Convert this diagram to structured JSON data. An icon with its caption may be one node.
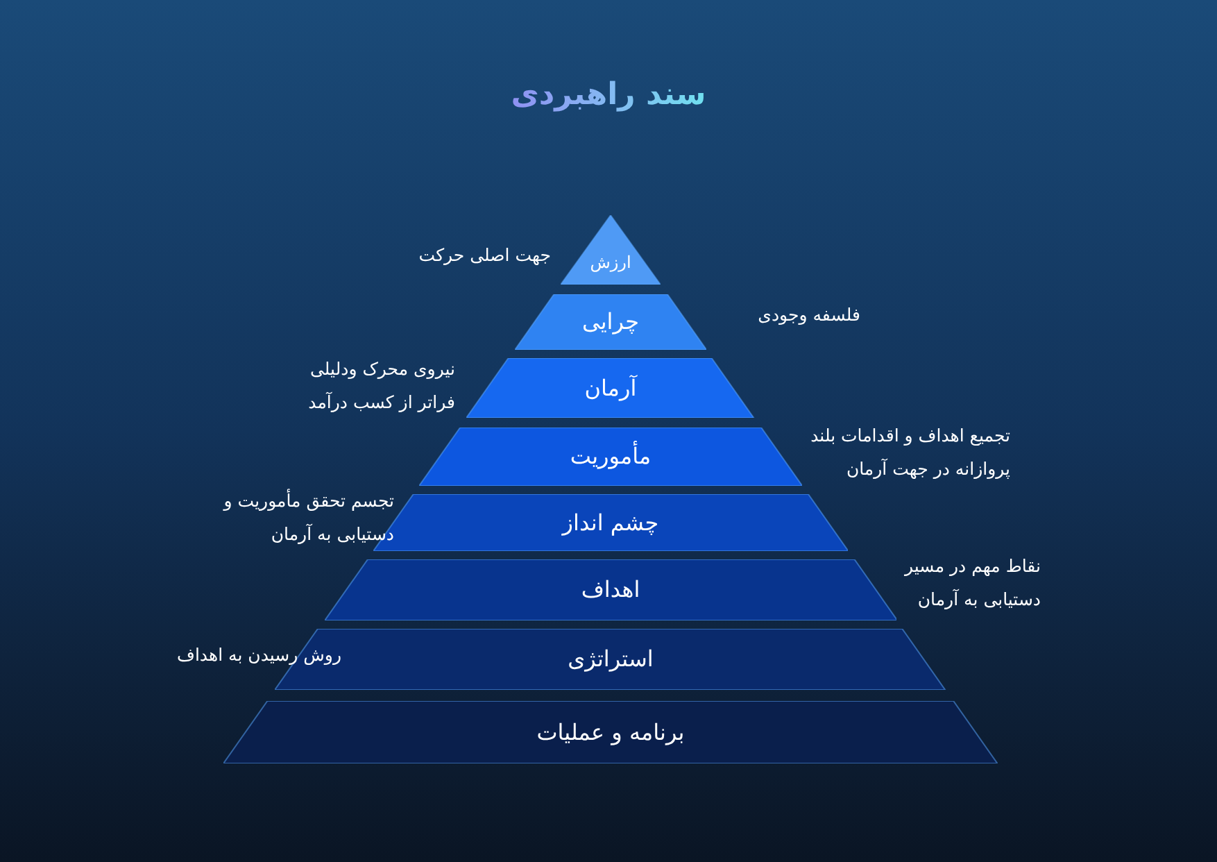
{
  "diagram": {
    "title": "سند راهبردی",
    "nodes": [
      {
        "text": [
          "ارزش"
        ],
        "beside": [
          "جهت اصلی حرکت"
        ]
      },
      {
        "text": [
          "چرایی"
        ],
        "beside": [
          "فلسفه وجودی"
        ]
      },
      {
        "text": [
          "آرمان"
        ],
        "beside": [
          "نیروی محرک ودلیلی فراتر از کسب درآمد"
        ]
      },
      {
        "text": [
          "مأموریت"
        ],
        "beside": [
          "تجمیع اهداف و اقدامات بلند پروازانه در جهت آرمان"
        ]
      },
      {
        "text": [
          "چشم انداز"
        ],
        "beside": [
          "تجسم تحقق مأموریت و دستیابی به آرمان"
        ]
      },
      {
        "text": [
          "اهداف"
        ],
        "beside": [
          "نقاط مهم در مسیر دستیابی به آرمان"
        ]
      },
      {
        "text": [
          "استراتژی"
        ],
        "beside": [
          "روش رسیدن به اهداف"
        ]
      },
      {
        "text": [
          "برنامه و عملیات"
        ]
      }
    ]
  }
}
